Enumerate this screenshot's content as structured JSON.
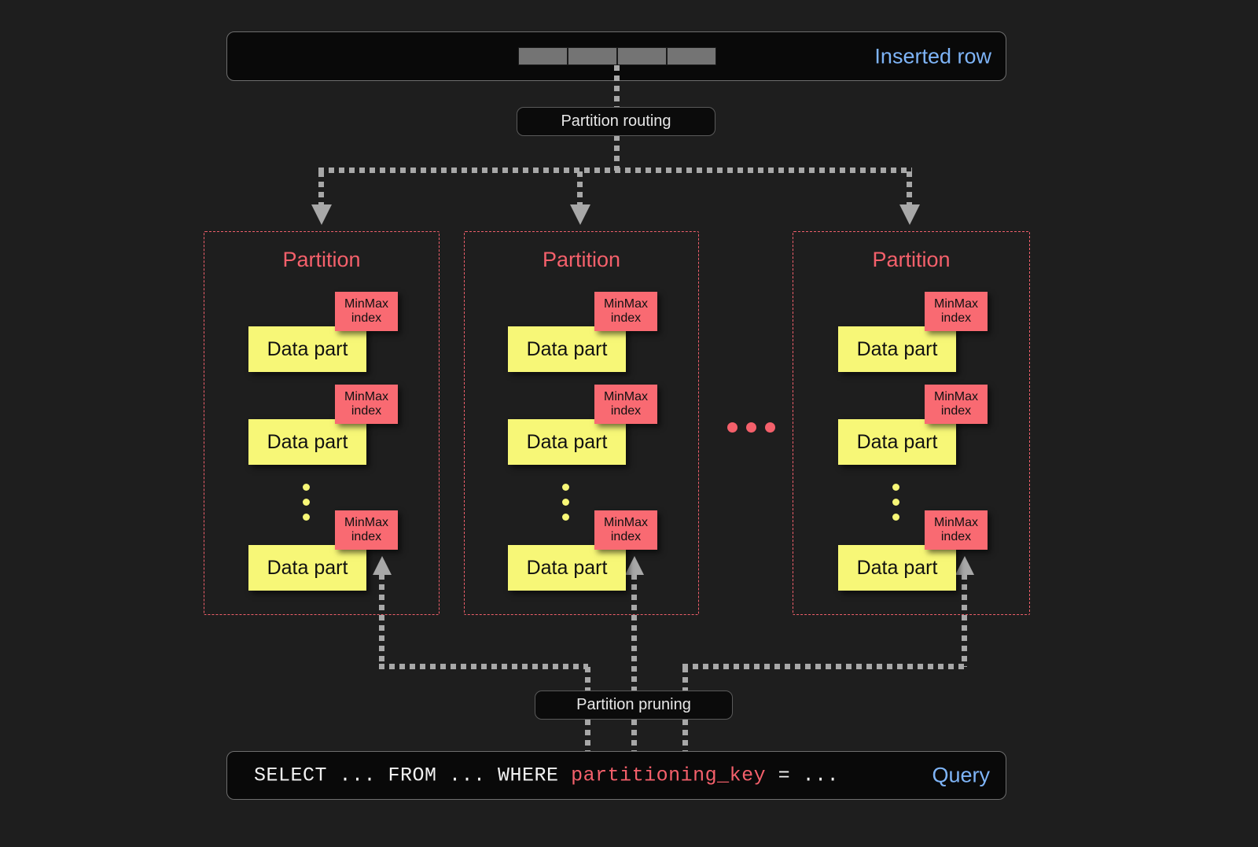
{
  "diagram": {
    "title": "ClickHouse partitioning: routing and pruning",
    "background_color": "#1e1e1e",
    "accent_red": "#f4606b",
    "accent_blue": "#7eb4f7",
    "data_part_color": "#f7f777",
    "minmax_color": "#f96a72"
  },
  "inserted_row": {
    "label": "Inserted row",
    "cell_count": 4
  },
  "routing": {
    "label": "Partition routing"
  },
  "pruning": {
    "label": "Partition pruning"
  },
  "query": {
    "prefix": "SELECT ... FROM ... WHERE ",
    "key": "partitioning_key",
    "suffix": " = ...",
    "label": "Query"
  },
  "partitions": [
    {
      "title": "Partition",
      "parts": [
        {
          "data_label": "Data part",
          "index_line1": "MinMax",
          "index_line2": "index"
        },
        {
          "data_label": "Data part",
          "index_line1": "MinMax",
          "index_line2": "index"
        },
        {
          "data_label": "Data part",
          "index_line1": "MinMax",
          "index_line2": "index"
        }
      ],
      "ellipsis_dots": 3
    },
    {
      "title": "Partition",
      "parts": [
        {
          "data_label": "Data part",
          "index_line1": "MinMax",
          "index_line2": "index"
        },
        {
          "data_label": "Data part",
          "index_line1": "MinMax",
          "index_line2": "index"
        },
        {
          "data_label": "Data part",
          "index_line1": "MinMax",
          "index_line2": "index"
        }
      ],
      "ellipsis_dots": 3
    },
    {
      "title": "Partition",
      "parts": [
        {
          "data_label": "Data part",
          "index_line1": "MinMax",
          "index_line2": "index"
        },
        {
          "data_label": "Data part",
          "index_line1": "MinMax",
          "index_line2": "index"
        },
        {
          "data_label": "Data part",
          "index_line1": "MinMax",
          "index_line2": "index"
        }
      ],
      "ellipsis_dots": 3
    }
  ],
  "partition_ellipsis_dots": 3
}
